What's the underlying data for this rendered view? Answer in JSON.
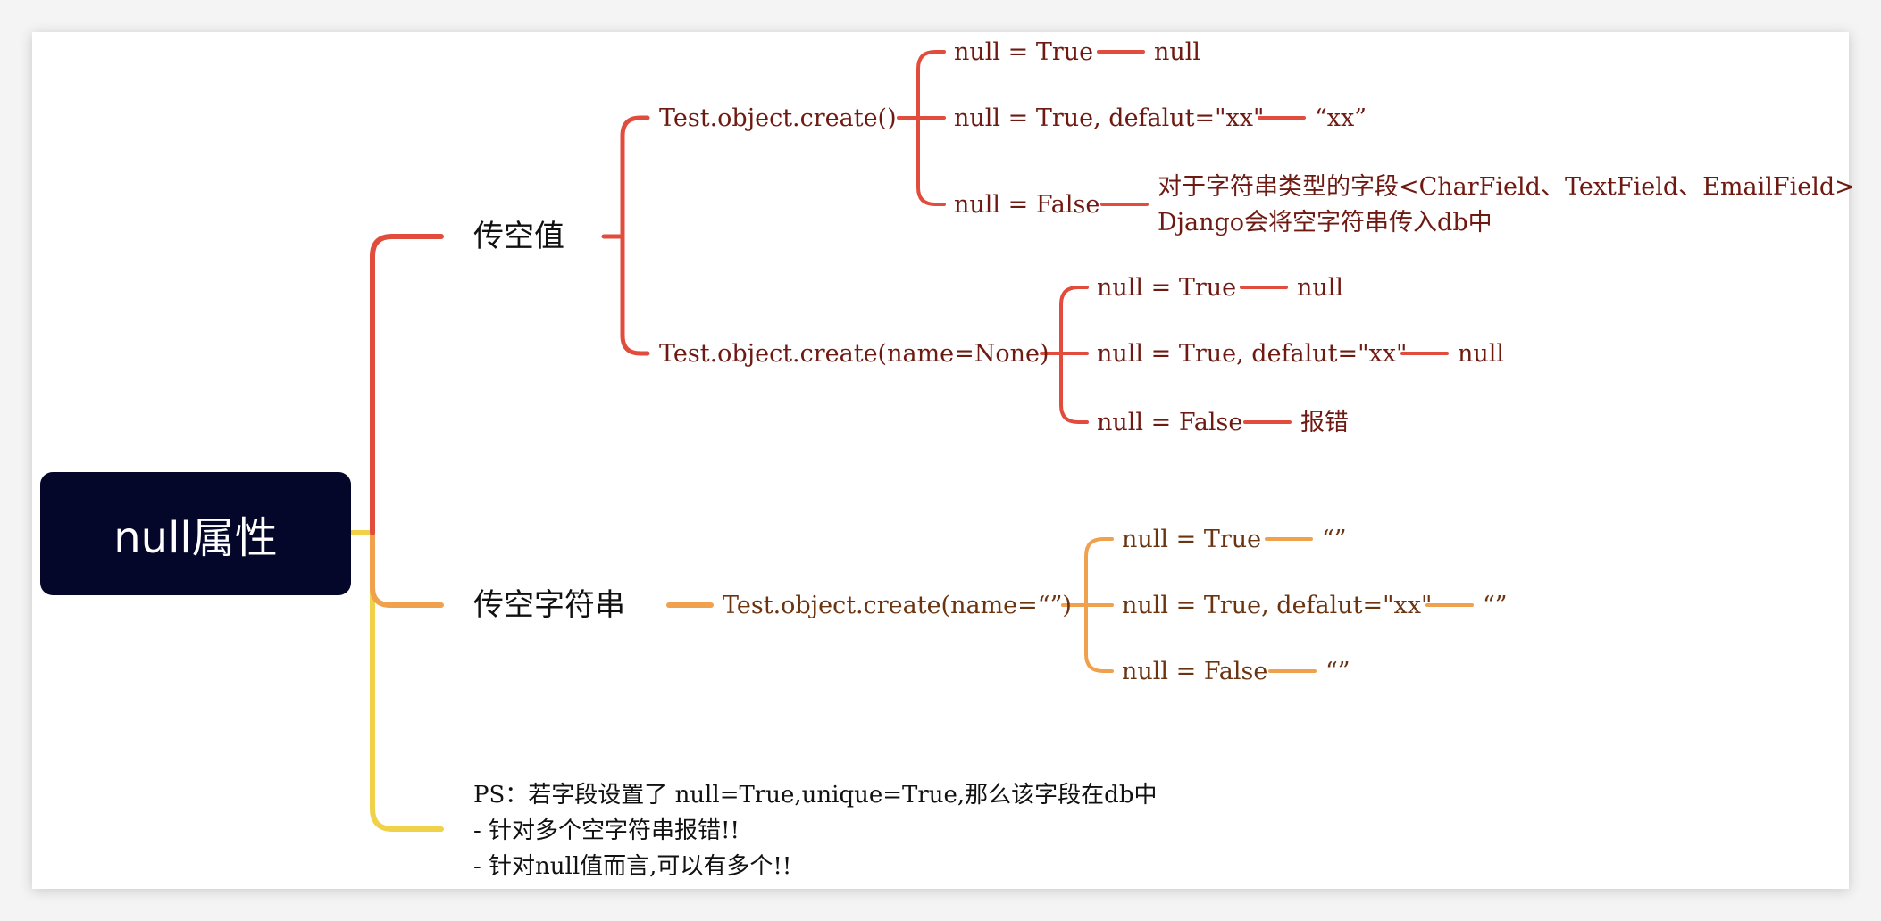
{
  "colors": {
    "root_bg": "#04062a",
    "branch_red": "#e14c3c",
    "branch_orange": "#f0a14e",
    "branch_yellow": "#f0d24a",
    "text_red": "#6e1a12",
    "text_orange": "#6b3410"
  },
  "root": "null属性",
  "branch1": {
    "label": "传空值",
    "a": {
      "label": "Test.object.create()",
      "c1": {
        "cond": "null = True",
        "result": "null"
      },
      "c2": {
        "cond": "null = True, defalut=\"xx\"",
        "result": "“xx”"
      },
      "c3": {
        "cond": "null = False",
        "result_line1": "对于字符串类型的字段<CharField、TextField、EmailField>",
        "result_line2": "Django会将空字符串传入db中"
      }
    },
    "b": {
      "label": "Test.object.create(name=None)",
      "c1": {
        "cond": "null = True",
        "result": "null"
      },
      "c2": {
        "cond": "null = True, defalut=\"xx\"",
        "result": "null"
      },
      "c3": {
        "cond": "null = False",
        "result": "报错"
      }
    }
  },
  "branch2": {
    "label": "传空字符串",
    "a": {
      "label": "Test.object.create(name=“”)",
      "c1": {
        "cond": "null = True",
        "result": "“”"
      },
      "c2": {
        "cond": "null = True, defalut=\"xx\"",
        "result": "“”"
      },
      "c3": {
        "cond": "null = False",
        "result": "“”"
      }
    }
  },
  "note": {
    "line1": "PS：若字段设置了 null=True,unique=True,那么该字段在db中",
    "line2": "- 针对多个空字符串报错!!",
    "line3": "- 针对null值而言,可以有多个!!"
  }
}
